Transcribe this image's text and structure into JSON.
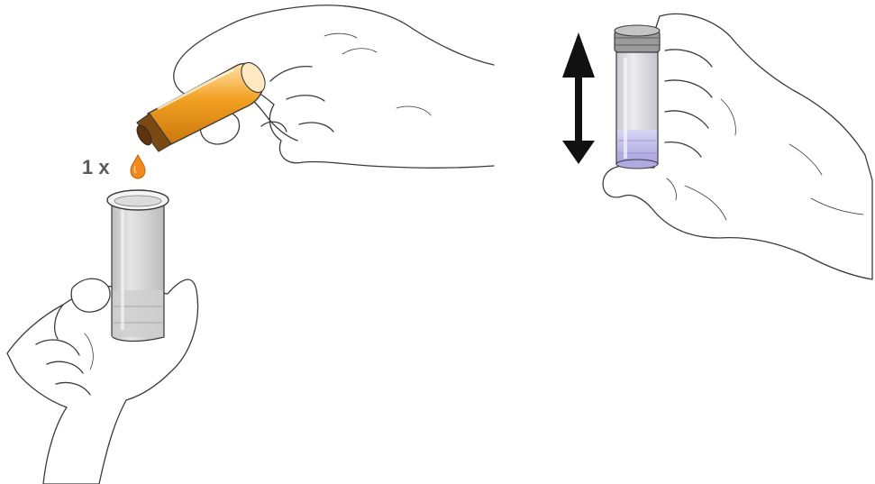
{
  "instruction": {
    "drop_count_label": "1 x"
  },
  "colors": {
    "outline": "#3a3a3a",
    "reagent_bottle": "#f2a020",
    "reagent_drop": "#f08a1a",
    "sample_tube": "#d4d4d4",
    "mixed_sample": "#b9b4e6",
    "arrow": "#111111",
    "label": "#5a5a5a"
  },
  "icons": {
    "step1": [
      "hand-holding-dropper-bottle",
      "reagent-drop-icon",
      "hand-holding-sample-tube"
    ],
    "step2": [
      "hand-holding-capped-tube",
      "shake-arrow-icon"
    ]
  }
}
